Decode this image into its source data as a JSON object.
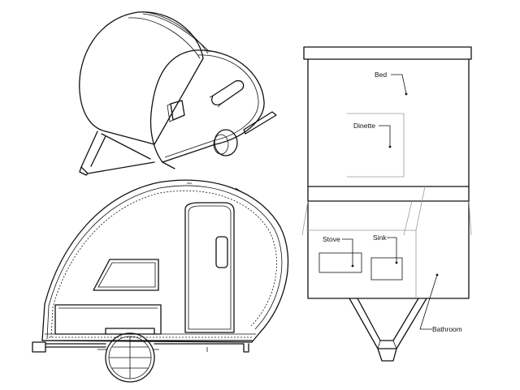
{
  "labels": {
    "bed": "Bed",
    "dinette": "Dinette",
    "stove": "Stove",
    "sink": "Sink",
    "bathroom": "Bathroom"
  }
}
